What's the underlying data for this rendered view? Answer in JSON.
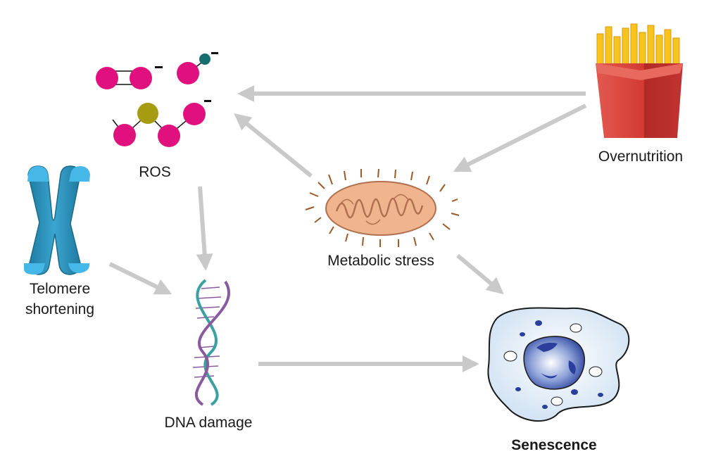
{
  "diagram": {
    "nodes": {
      "ros": {
        "label": "ROS"
      },
      "overnutrition": {
        "label": "Overnutrition"
      },
      "metabolic_stress": {
        "label": "Metabolic stress"
      },
      "telomere": {
        "label_line1": "Telomere",
        "label_line2": "shortening"
      },
      "dna_damage": {
        "label": "DNA damage"
      },
      "senescence": {
        "label": "Senescence"
      }
    },
    "edges": [
      {
        "from": "overnutrition",
        "to": "ros"
      },
      {
        "from": "overnutrition",
        "to": "metabolic_stress"
      },
      {
        "from": "metabolic_stress",
        "to": "ros"
      },
      {
        "from": "metabolic_stress",
        "to": "senescence"
      },
      {
        "from": "ros",
        "to": "dna_damage"
      },
      {
        "from": "telomere",
        "to": "dna_damage"
      },
      {
        "from": "dna_damage",
        "to": "senescence"
      }
    ],
    "colors": {
      "arrow": "#c9c9c9",
      "ros_atom": "#e0117f",
      "ros_small_atom": "#176e6e",
      "ros_center_atom": "#a59c12",
      "chromosome": "#2a8fb5",
      "chromosome_tip": "#45b8e8",
      "fries": "#f6c31f",
      "fries_box": "#d83a35",
      "mitochondria": "#f0b48e",
      "mito_rays": "#9a5a2a",
      "cell": "#dbe9f5",
      "nucleus": "#2a3e9c",
      "dna_teal": "#3aa0a0",
      "dna_purple": "#8a5a9e"
    }
  }
}
